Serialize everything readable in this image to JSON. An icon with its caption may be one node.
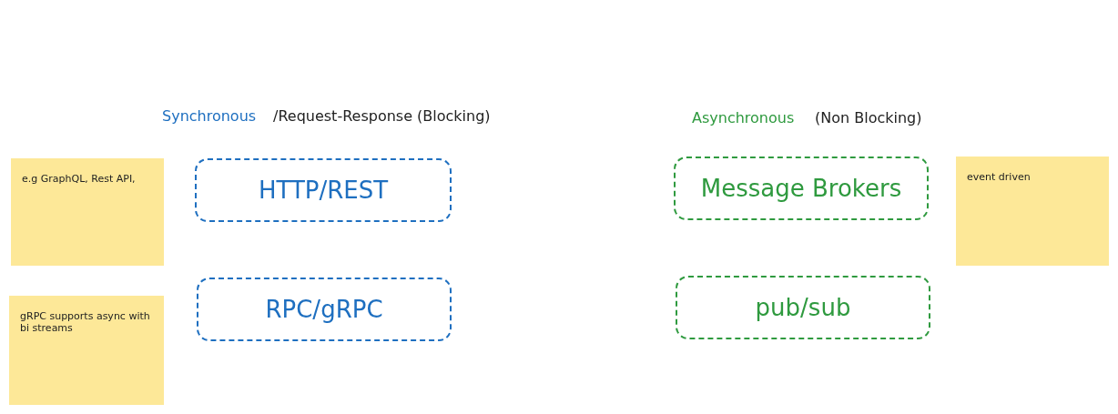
{
  "diagram": {
    "nodes": [
      {
        "text": [
          "e.g GraphQL, Rest API,"
        ]
      },
      {
        "text": [
          "HTTP/REST"
        ]
      },
      {
        "text": [
          "Message Brokers"
        ]
      },
      {
        "text": [
          "event driven"
        ]
      },
      {
        "text": [
          "gRPC supports async with bi streams"
        ]
      },
      {
        "text": [
          "RPC/gRPC"
        ]
      },
      {
        "text": [
          "pub/sub"
        ]
      }
    ],
    "labels": [
      "Synchronous",
      "/Request-Response (Blocking)",
      "Asynchronous",
      "(Non Blocking)"
    ]
  }
}
